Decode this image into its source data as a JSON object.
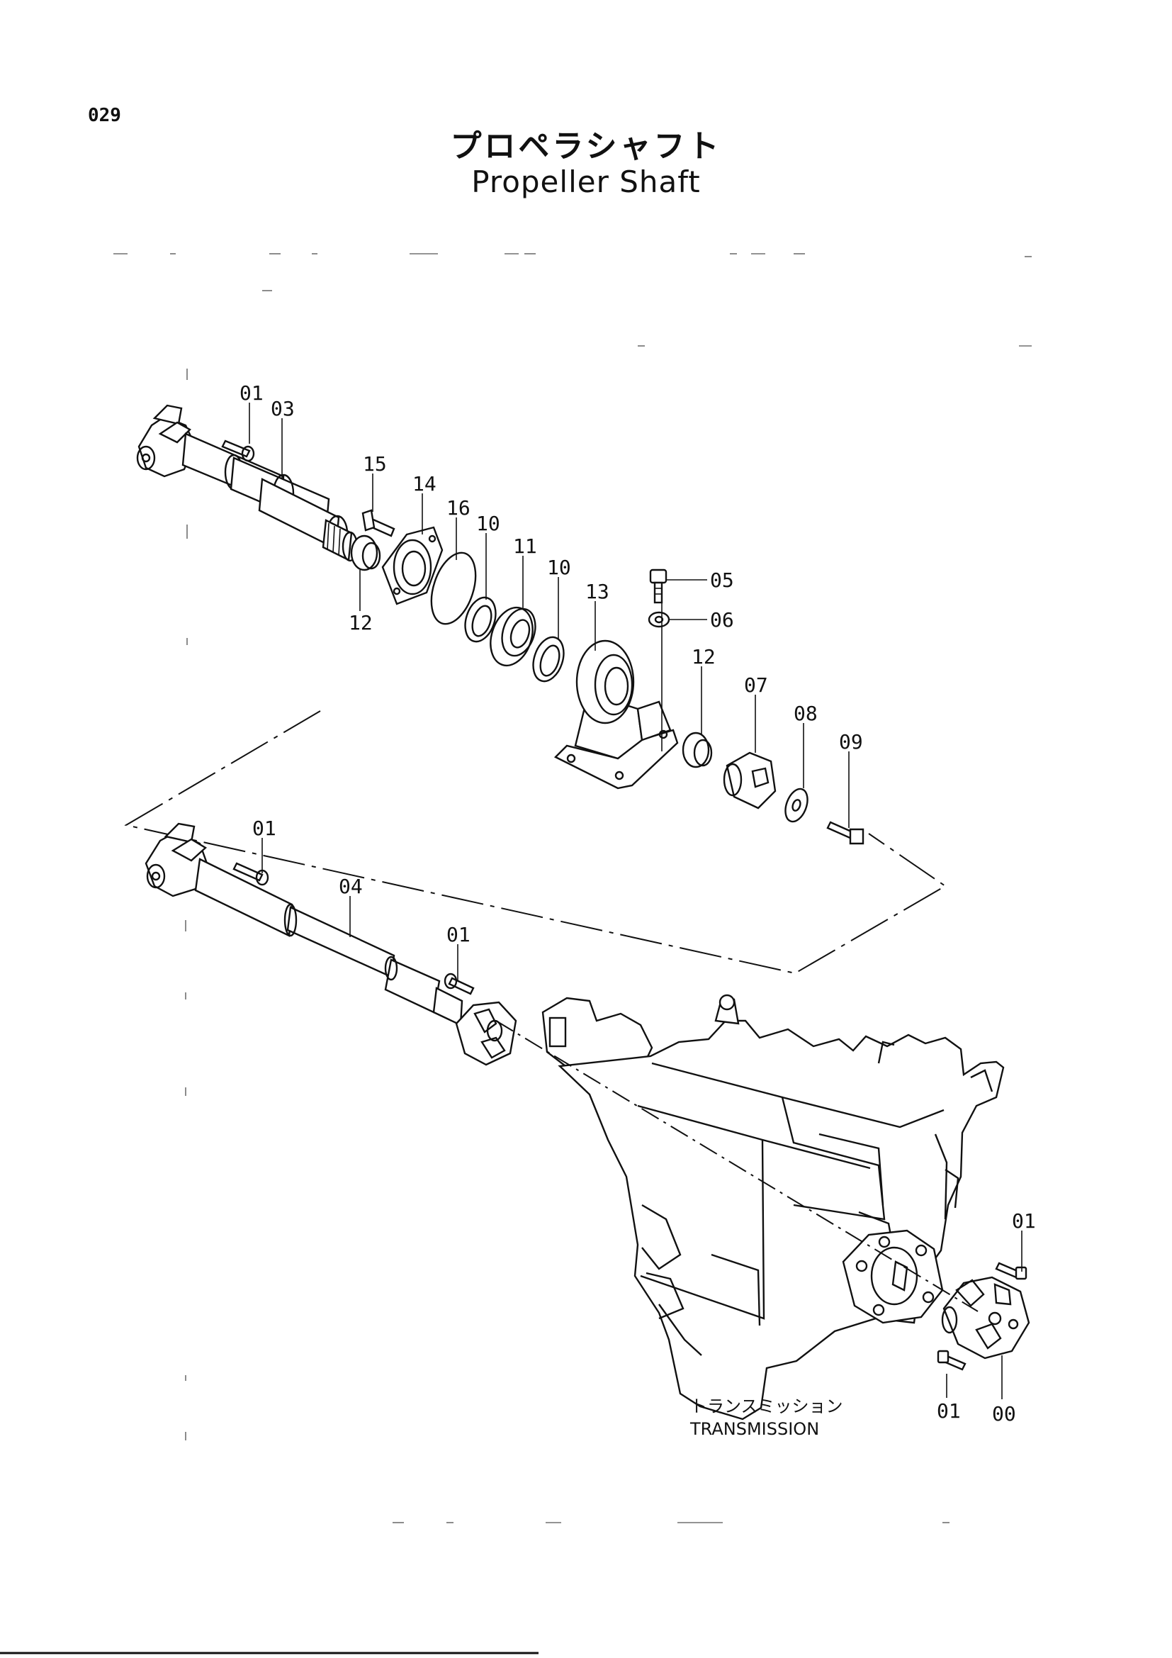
{
  "page_number": "029",
  "title_ja": "プロペラシャフト",
  "title_en": "Propeller Shaft",
  "assembly_label_ja": "トランスミッション",
  "assembly_label_en": "TRANSMISSION",
  "callouts": {
    "c01a": "01",
    "c03": "03",
    "c15": "15",
    "c14": "14",
    "c16": "16",
    "c10a": "10",
    "c11": "11",
    "c10b": "10",
    "c13": "13",
    "c12a": "12",
    "c05": "05",
    "c06": "06",
    "c12b": "12",
    "c07": "07",
    "c08": "08",
    "c09": "09",
    "c01b": "01",
    "c04": "04",
    "c01c": "01",
    "c01d": "01",
    "c01e": "01",
    "c00": "00"
  }
}
